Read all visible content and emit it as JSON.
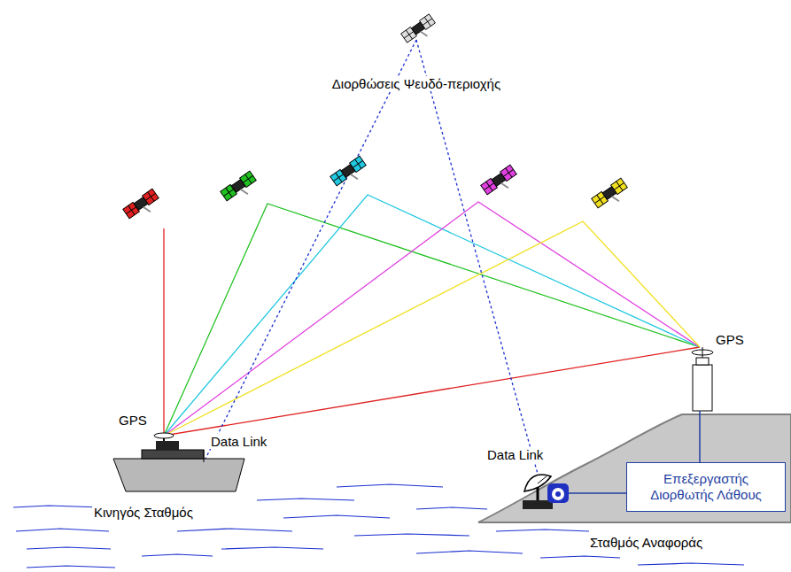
{
  "diagram": {
    "nodes": [
      {
        "text": [
          "Επεξεργαστής Διορθωτής Λάθους"
        ]
      }
    ],
    "edges": [],
    "labels": [
      "Διορθώσεις Ψευδό-περιοχής",
      "GPS",
      "Data Link",
      "GPS",
      "Data Link",
      "Κινηγός Σταθμός",
      "Σταθμός Αναφοράς"
    ]
  }
}
